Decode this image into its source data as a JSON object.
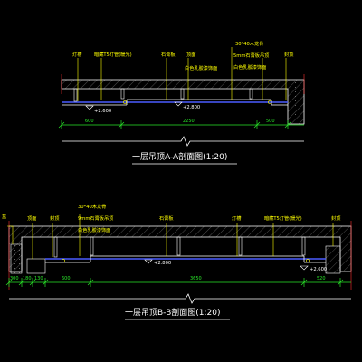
{
  "colors": {
    "background": "#000000",
    "annotation": "#ffff00",
    "outline": "#ffffff",
    "dimension": "#29e629",
    "ceiling_board": "#4a5cff",
    "section_line": "#ff3030"
  },
  "section_a": {
    "title": "一层吊顶A-A剖面图(1:20)",
    "labels": {
      "lamp_trough": "灯槽",
      "t5_tube": "暗藏T5灯管(暖光)",
      "gypsum_board": "石膏板",
      "wood_keel": "30*40木龙骨",
      "keel_note": "5mm石膏板吊顶",
      "paint_note": "白色乳胶漆饰面",
      "ceiling_plane": "顶面",
      "trim": "封顶"
    },
    "elevations": {
      "left": "+2.600",
      "right": "+2.800"
    },
    "dimensions": [
      "600",
      "2250",
      "500"
    ]
  },
  "section_b": {
    "title": "一层吊顶B-B剖面图(1:20)",
    "labels": {
      "left_partial": "盒",
      "ceiling_plane": "顶面",
      "trim_left": "封顶",
      "wood_keel": "30*40木龙骨",
      "keel_note": "9mm石膏板吊顶",
      "paint_note": "白色乳胶漆饰面",
      "gypsum_board": "石膏板",
      "lamp_trough": "灯槽",
      "t5_tube": "暗藏T5灯管(暖光)",
      "trim_right": "封顶"
    },
    "elevations": {
      "mid": "+2.800",
      "right": "+2.600"
    },
    "dimensions": [
      "300",
      "180",
      "130",
      "600",
      "3650",
      "520"
    ]
  }
}
